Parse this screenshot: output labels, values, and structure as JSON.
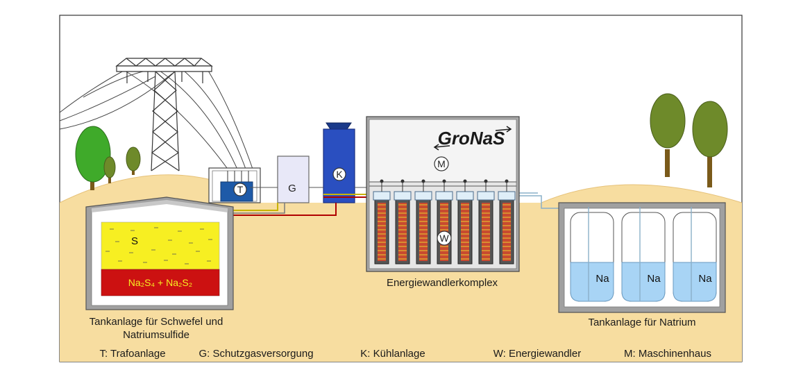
{
  "labels": {
    "logo": "GroNaS",
    "S": "S",
    "salt": "Na₂S₄ + Na₂S₂",
    "T": "T",
    "G": "G",
    "K": "K",
    "M": "M",
    "W": "W",
    "Na": "Na",
    "energy_complex": "Energiewandlerkomplex",
    "tank_sulfur_line1": "Tankanlage für Schwefel und",
    "tank_sulfur_line2": "Natriumsulfide",
    "tank_sodium": "Tankanlage für Natrium"
  },
  "legend": [
    "T: Trafoanlage",
    "G: Schutzgasversorgung",
    "K: Kühlanlage",
    "W: Energiewandler",
    "M: Maschinenhaus"
  ],
  "colors": {
    "ground": "#f7dda0",
    "hill": "#f3d08a",
    "sulfur": "#f7ef22",
    "sulfide": "#cc1111",
    "sodium": "#a8d4f5",
    "cooling": "#2a4fc0",
    "tree": "#4f9a3a",
    "tree_dark": "#6e8a2a"
  }
}
